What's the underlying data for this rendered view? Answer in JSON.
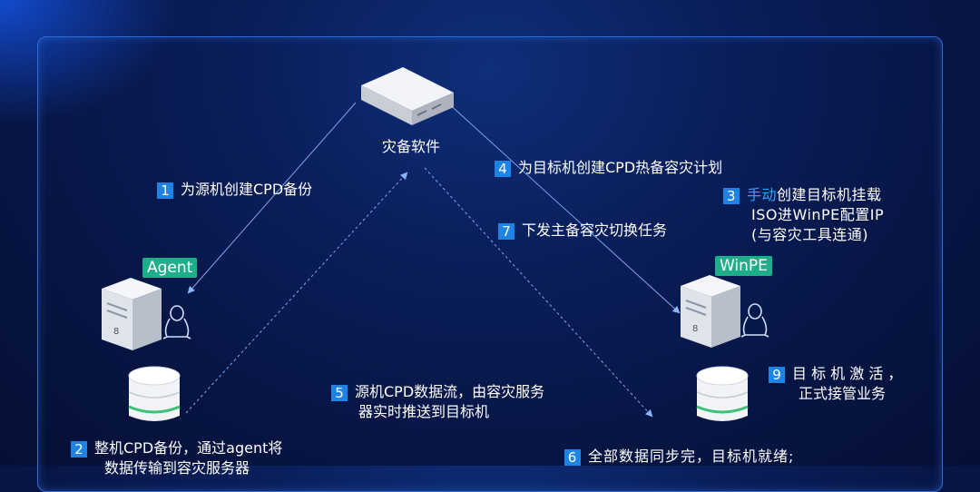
{
  "colors": {
    "background": "#0a1e5a",
    "panel_border": "#2f6bd4",
    "step_badge": "#1d84e6",
    "tag": "#1fae8b",
    "accent_text": "#2aa6ff"
  },
  "center": {
    "label": "灾备软件",
    "icon": "server-appliance-icon"
  },
  "source": {
    "tag": "Agent",
    "server_icon": "tower-server-icon",
    "os_icon": "linux-penguin-icon",
    "storage_icon": "database-icon"
  },
  "target": {
    "tag": "WinPE",
    "server_icon": "tower-server-icon",
    "os_icon": "linux-penguin-icon",
    "storage_icon": "database-icon"
  },
  "steps": [
    {
      "num": "1",
      "line1": "为源机创建CPD备份"
    },
    {
      "num": "2",
      "line1": "整机CPD备份，通过agent将",
      "line2": "数据传输到容灾服务器"
    },
    {
      "num": "3",
      "accent": "手动",
      "line1": "创建目标机挂载",
      "line2": "ISO进WinPE配置IP",
      "line3": "(与容灾工具连通)"
    },
    {
      "num": "4",
      "line1": "为目标机创建CPD热备容灾计划"
    },
    {
      "num": "5",
      "line1": "源机CPD数据流，由容灾服务",
      "line2": "器实时推送到目标机"
    },
    {
      "num": "6",
      "line1": "全部数据同步完，目标机就绪;"
    },
    {
      "num": "7",
      "line1": "下发主备容灾切换任务"
    },
    {
      "num": "9",
      "line1": "目 标 机 激 活 ，",
      "line2": "正式接管业务"
    }
  ]
}
